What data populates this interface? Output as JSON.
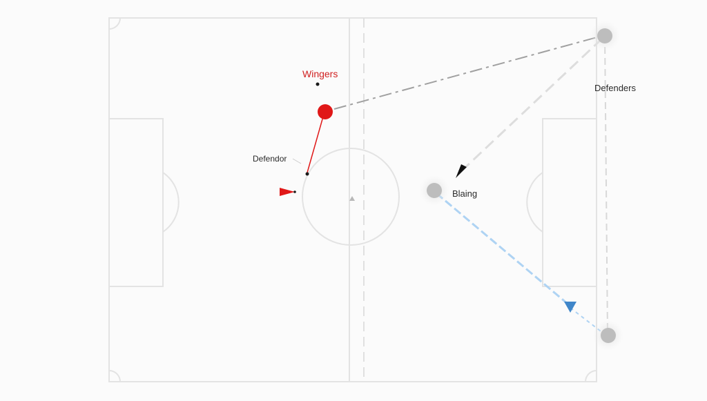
{
  "labels": {
    "wingers": "Wingers",
    "defenders": "Defenders",
    "defender": "Defendor",
    "blaing": "Blaing"
  },
  "colors": {
    "pitch_line": "#e3e3e3",
    "red": "#e01818",
    "blue": "#3f86c9",
    "light_blue": "#aed3f3",
    "gray_player": "#bdbdbd",
    "dash_gray": "#a0a0a0",
    "text_red": "#d02020",
    "text_dark": "#2a2a2a"
  },
  "icons": {
    "red_pointer": "red-flag-triangle-icon",
    "black_arrow": "black-arrowhead-icon",
    "blue_arrow": "blue-arrowhead-icon",
    "center_spot": "center-triangle-icon"
  }
}
